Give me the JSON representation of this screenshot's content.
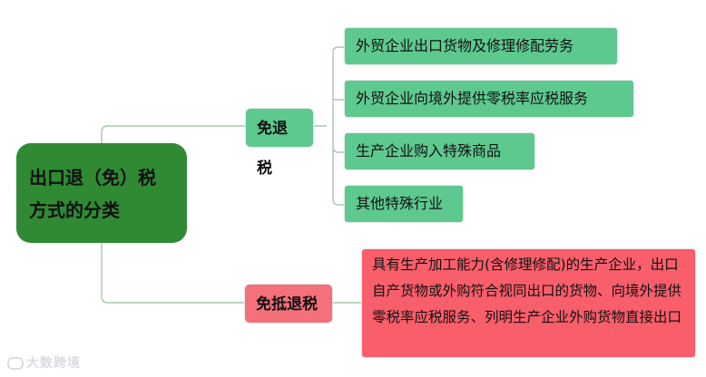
{
  "root": {
    "line1": "出口退（免）税",
    "line2": "方式的分类"
  },
  "branches": [
    {
      "label": "免退税",
      "children": [
        "外贸企业出口货物及修理修配劳务",
        "外贸企业向境外提供零税率应税服务",
        "生产企业购入特殊商品",
        "其他特殊行业"
      ]
    },
    {
      "label": "免抵退税",
      "note": "具有生产加工能力(含修理修配)的生产企业，出口自产货物或外购符合视同出口的货物、向境外提供零税率应税服务、列明生产企业外购货物直接出口"
    }
  ],
  "watermark": "大数跨境",
  "colors": {
    "root": "#2f8a33",
    "branch_green": "#5ec98f",
    "branch_red": "#f4707a",
    "note_red": "#f95e6b",
    "connector": "#a9c7aa"
  }
}
